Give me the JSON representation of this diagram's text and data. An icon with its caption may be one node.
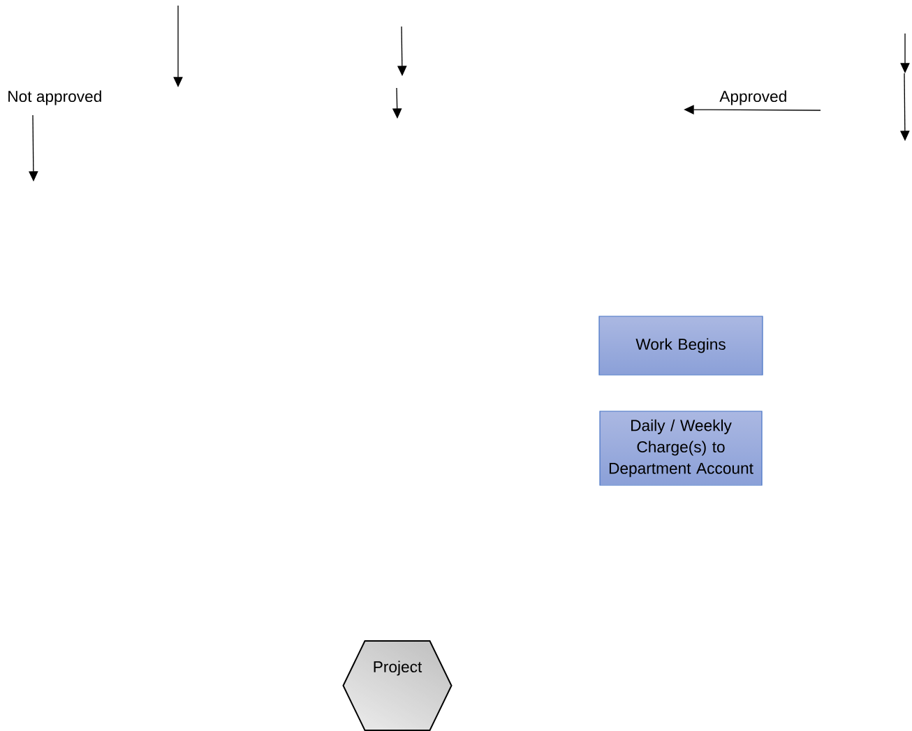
{
  "diagram": {
    "nodes": [
      {
        "text": [
          "Work Begins"
        ]
      },
      {
        "text": [
          "Daily / Weekly Charge(s) to Department Account"
        ]
      },
      {
        "text": [
          "Project"
        ]
      }
    ],
    "labels": [
      "Not approved",
      "Approved"
    ]
  }
}
